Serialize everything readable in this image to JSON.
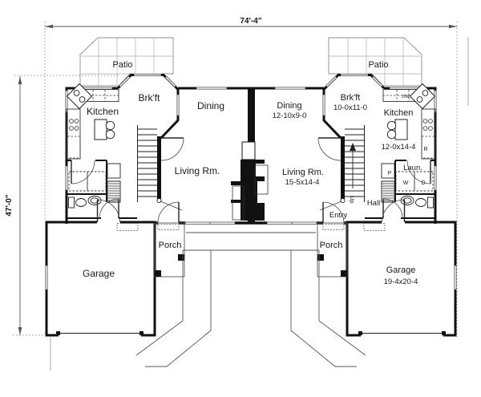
{
  "drawing": {
    "overall_width": "74'-4\"",
    "overall_depth": "47'-0\""
  },
  "unit_left": {
    "patio": "Patio",
    "kitchen": "Kitchen",
    "breakfast": "Brk'ft",
    "dining": "Dining",
    "living_room": "Living Rm.",
    "garage": "Garage",
    "porch": "Porch"
  },
  "unit_right": {
    "patio": "Patio",
    "breakfast": "Brk'ft",
    "breakfast_size": "10-0x11-0",
    "kitchen": "Kitchen",
    "kitchen_size": "12-0x14-4",
    "dining": "Dining",
    "dining_size": "12-10x9-0",
    "living_room": "Living Rm.",
    "living_size": "15-5x14-4",
    "laundry": "Laun.",
    "washer": "W",
    "dryer": "D",
    "pantry": "P",
    "refrigerator": "R",
    "dishwasher": "DW",
    "hall": "Hall",
    "entry": "Entry",
    "stairs_up": "Up",
    "garage": "Garage",
    "garage_size": "19-4x20-4",
    "porch": "Porch"
  },
  "colors": {
    "wall": "#111111",
    "thin_line": "#444444",
    "grid": "#9a9a9a",
    "dimension": "#555555",
    "background": "#ffffff"
  }
}
